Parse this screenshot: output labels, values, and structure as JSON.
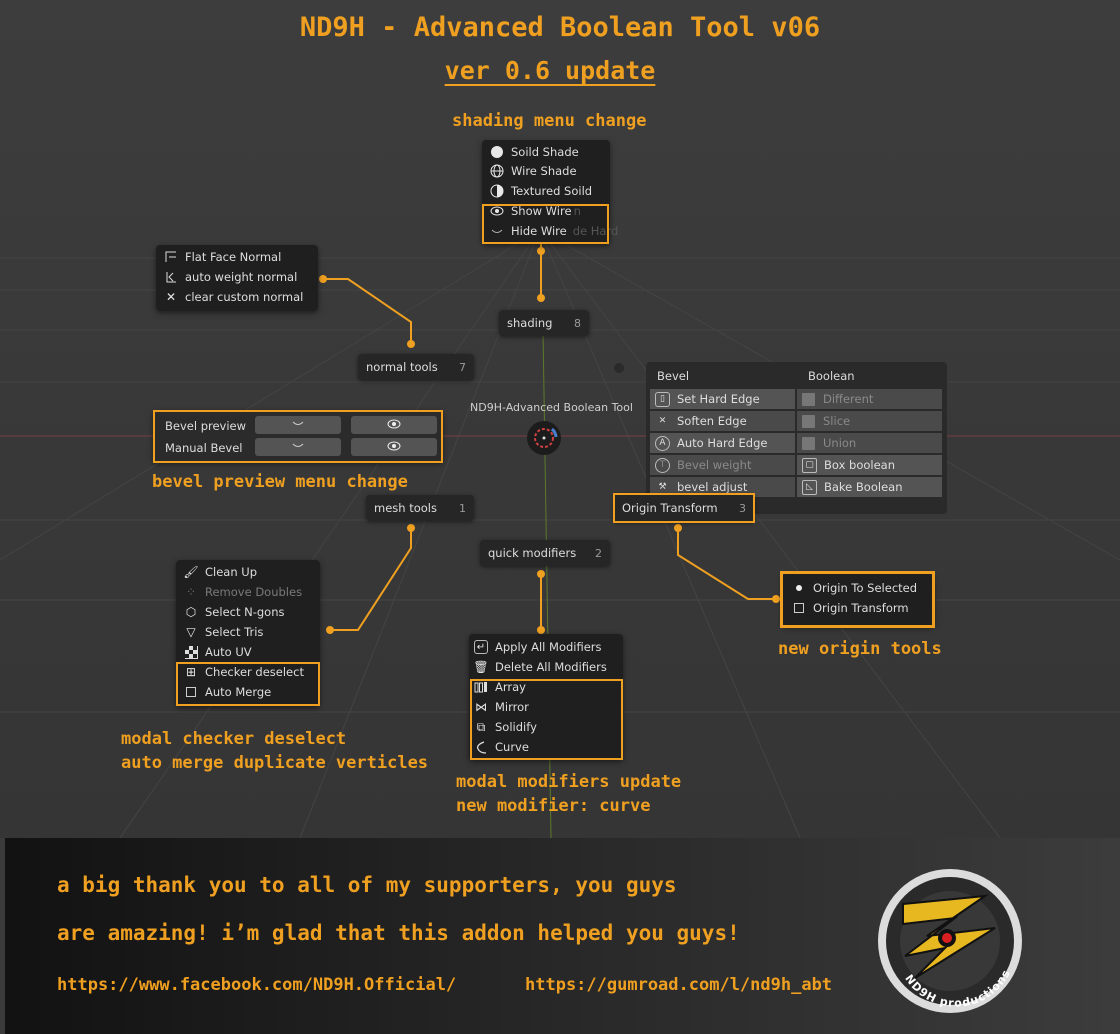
{
  "title": "ND9H - Advanced Boolean Tool v06",
  "subtitle": "ver 0.6 update",
  "captions": {
    "shading": "shading menu change",
    "bevel_preview": "bevel preview menu change",
    "checker_1": "modal checker deselect",
    "checker_2": "auto merge duplicate verticles",
    "modifiers_1": "modal modifiers update",
    "modifiers_2": "new modifier: curve",
    "origin": "new origin tools"
  },
  "shading_menu": {
    "items": [
      {
        "label": "Soild Shade",
        "icon": "solid-circle-icon"
      },
      {
        "label": "Wire Shade",
        "icon": "wire-sphere-icon"
      },
      {
        "label": "Textured Soild",
        "icon": "textured-sphere-icon"
      },
      {
        "label": "Show Wire",
        "icon": "eye-icon"
      },
      {
        "label": "Hide Wire",
        "icon": "closed-eye-icon"
      }
    ],
    "ghost_1": "n",
    "ghost_2": "de Hard"
  },
  "normal_menu": {
    "items": [
      {
        "label": "Flat Face Normal",
        "icon": "flat-normal-icon"
      },
      {
        "label": "auto weight normal",
        "icon": "weight-normal-icon"
      },
      {
        "label": "clear custom normal",
        "icon": "x-icon"
      }
    ]
  },
  "pie": {
    "center_label": "ND9H-Advanced Boolean Tool",
    "shading": {
      "label": "shading",
      "num": "8"
    },
    "normal_tools": {
      "label": "normal tools",
      "num": "7"
    },
    "mesh_tools": {
      "label": "mesh tools",
      "num": "1"
    },
    "quick_modifiers": {
      "label": "quick modifiers",
      "num": "2"
    },
    "origin_transform": {
      "label": "Origin Transform",
      "num": "3"
    }
  },
  "bevel_panel": {
    "rows": [
      {
        "label": "Bevel preview"
      },
      {
        "label": "Manual Bevel"
      }
    ]
  },
  "bool_panel": {
    "bevel_header": "Bevel",
    "boolean_header": "Boolean",
    "bevel_items": [
      "Set Hard Edge",
      "Soften Edge",
      "Auto Hard Edge",
      "Bevel weight",
      "bevel adjust"
    ],
    "boolean_items": [
      "Different",
      "Slice",
      "Union",
      "Box boolean",
      "Bake Boolean"
    ]
  },
  "mesh_menu": {
    "items": [
      {
        "label": "Clean Up",
        "icon": "brush-icon"
      },
      {
        "label": "Remove Doubles",
        "icon": "dots-icon"
      },
      {
        "label": "Select N-gons",
        "icon": "hexagon-icon"
      },
      {
        "label": "Select Tris",
        "icon": "triangle-icon"
      },
      {
        "label": "Auto UV",
        "icon": "checker-icon"
      },
      {
        "label": "Checker deselect",
        "icon": "grid-icon"
      },
      {
        "label": "Auto Merge",
        "icon": "checkbox-icon"
      }
    ]
  },
  "modifier_menu": {
    "items": [
      {
        "label": "Apply All Modifiers",
        "icon": "apply-icon"
      },
      {
        "label": "Delete All Modifiers",
        "icon": "trash-icon"
      },
      {
        "label": "Array",
        "icon": "array-icon"
      },
      {
        "label": "Mirror",
        "icon": "mirror-icon"
      },
      {
        "label": "Solidify",
        "icon": "solidify-icon"
      },
      {
        "label": "Curve",
        "icon": "curve-icon"
      }
    ]
  },
  "origin_menu": {
    "items": [
      {
        "label": "Origin To Selected",
        "icon": "radio-dot-icon"
      },
      {
        "label": "Origin Transform",
        "icon": "checkbox-icon"
      }
    ]
  },
  "footer": {
    "line1": "a big thank you to all of my supporters, you guys",
    "line2": "are amazing! i’m glad that this addon helped you guys!",
    "link_facebook": "https://www.facebook.com/ND9H.Official/",
    "link_gumroad": "https://gumroad.com/l/nd9h_abt",
    "logo_text": "ND9H productions"
  },
  "colors": {
    "accent": "#f0a020",
    "menu_bg": "#1f1f1f",
    "viewport_bg": "#3a3a3a"
  }
}
